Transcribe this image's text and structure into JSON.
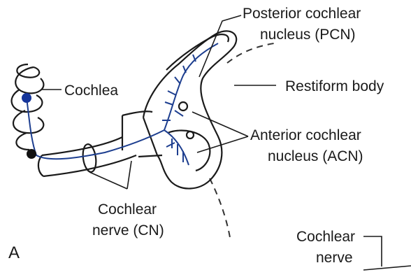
{
  "figure": {
    "panel_label": "A",
    "labels": {
      "cochlea": "Cochlea",
      "pcn_line1": "Posterior cochlear",
      "pcn_line2": "nucleus (PCN)",
      "restiform": "Restiform body",
      "acn_line1": "Anterior cochlear",
      "acn_line2": "nucleus (ACN)",
      "cn_line1": "Cochlear",
      "cn_line2": "nerve (CN)",
      "cn2_line1": "Cochlear",
      "cn2_line2": "nerve"
    },
    "colors": {
      "outline": "#1a1a1a",
      "fiber": "#1d3e8f",
      "dot_blue": "#15359a",
      "dot_black": "#111111"
    }
  }
}
